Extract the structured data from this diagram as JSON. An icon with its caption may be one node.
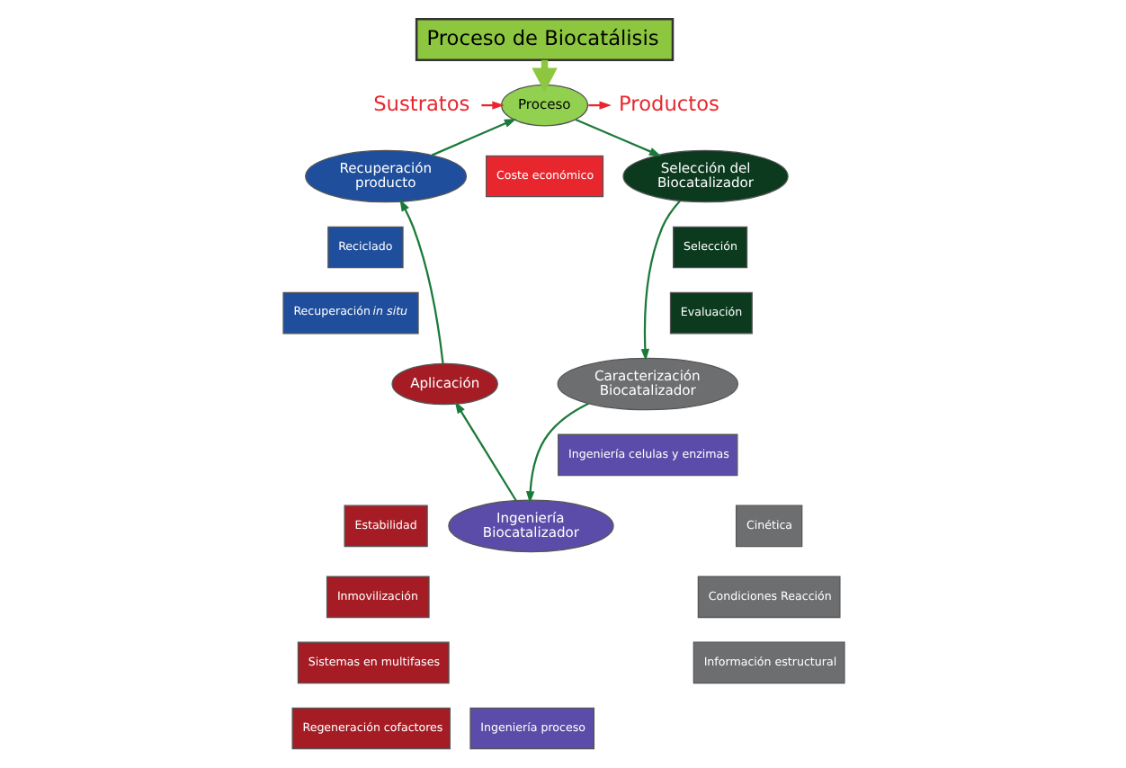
{
  "diagram": {
    "nodes": [
      {
        "text": [
          "Proceso de Biocatálisis"
        ]
      },
      {
        "text": [
          "Sustratos"
        ]
      },
      {
        "text": [
          "Proceso"
        ]
      },
      {
        "text": [
          "Productos"
        ]
      },
      {
        "text": [
          "Recuperación producto"
        ]
      },
      {
        "text": [
          "Coste económico"
        ]
      },
      {
        "text": [
          "Selección del Biocatalizador"
        ]
      },
      {
        "text": [
          "Reciclado"
        ]
      },
      {
        "text": [
          "Recuperación *in situ*"
        ]
      },
      {
        "text": [
          "Selección"
        ]
      },
      {
        "text": [
          "Evaluación"
        ]
      },
      {
        "text": [
          "Aplicación"
        ]
      },
      {
        "text": [
          "Caracterización Biocatalizador"
        ]
      },
      {
        "text": [
          "Ingeniería celulas y enzimas"
        ]
      },
      {
        "text": [
          "Estabilidad"
        ]
      },
      {
        "text": [
          "Inmovilización"
        ]
      },
      {
        "text": [
          "Cinética"
        ]
      },
      {
        "text": [
          "Ingeniería Biocatalizador"
        ]
      },
      {
        "text": [
          "Condiciones Reacción"
        ]
      },
      {
        "text": [
          "Sistemas en multifases"
        ]
      },
      {
        "text": [
          "Información estructural"
        ]
      },
      {
        "text": [
          "Regeneración cofactores"
        ]
      },
      {
        "text": [
          "Ingeniería proceso"
        ]
      }
    ],
    "edges": [
      {
        "from": 0,
        "to": 2,
        "arrow": "to",
        "style": "thick",
        "color": "#8dc63f"
      },
      {
        "from": 1,
        "to": 2,
        "arrow": "to",
        "color": "#e8262d"
      },
      {
        "from": 2,
        "to": 3,
        "arrow": "to",
        "color": "#e8262d"
      },
      {
        "from": 2,
        "to": 6,
        "arrow": "to"
      },
      {
        "from": 6,
        "to": 12,
        "arrow": "to"
      },
      {
        "from": 12,
        "to": 17,
        "arrow": "to"
      },
      {
        "from": 17,
        "to": 11,
        "arrow": "to"
      },
      {
        "from": 11,
        "to": 4,
        "arrow": "to"
      },
      {
        "from": 4,
        "to": 2,
        "arrow": "to"
      }
    ]
  }
}
